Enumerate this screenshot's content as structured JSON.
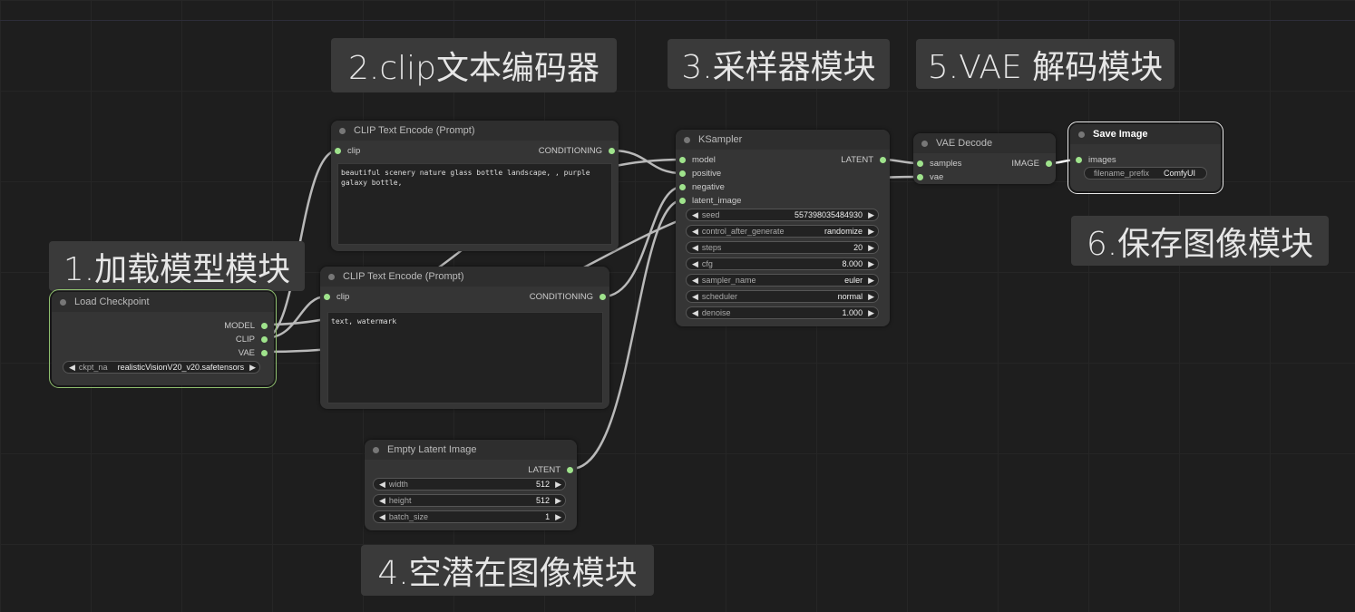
{
  "labels": [
    "2.clip文本编码器",
    "3.采样器模块",
    "5.VAE 解码模块",
    "6.保存图像模块",
    "1.加载模型模块",
    "4.空潜在图像模块"
  ],
  "nodes": {
    "load_checkpoint": {
      "title": "Load Checkpoint",
      "outputs": [
        "MODEL",
        "CLIP",
        "VAE"
      ],
      "widget": {
        "name": "ckpt_na",
        "value": "realisticVisionV20_v20.safetensors"
      }
    },
    "clip1": {
      "title": "CLIP Text Encode (Prompt)",
      "input": "clip",
      "output": "CONDITIONING",
      "text": "beautiful scenery nature glass bottle landscape, , purple galaxy bottle,"
    },
    "clip2": {
      "title": "CLIP Text Encode (Prompt)",
      "input": "clip",
      "output": "CONDITIONING",
      "text": "text, watermark"
    },
    "ksampler": {
      "title": "KSampler",
      "inputs": [
        "model",
        "positive",
        "negative",
        "latent_image"
      ],
      "output": "LATENT",
      "widgets": [
        {
          "name": "seed",
          "value": "557398035484930"
        },
        {
          "name": "control_after_generate",
          "value": "randomize"
        },
        {
          "name": "steps",
          "value": "20"
        },
        {
          "name": "cfg",
          "value": "8.000"
        },
        {
          "name": "sampler_name",
          "value": "euler"
        },
        {
          "name": "scheduler",
          "value": "normal"
        },
        {
          "name": "denoise",
          "value": "1.000"
        }
      ]
    },
    "vae_decode": {
      "title": "VAE Decode",
      "inputs": [
        "samples",
        "vae"
      ],
      "output": "IMAGE"
    },
    "save_image": {
      "title": "Save Image",
      "input": "images",
      "widget": {
        "name": "filename_prefix",
        "value": "ComfyUI"
      }
    },
    "empty_latent": {
      "title": "Empty Latent Image",
      "output": "LATENT",
      "widgets": [
        {
          "name": "width",
          "value": "512"
        },
        {
          "name": "height",
          "value": "512"
        },
        {
          "name": "batch_size",
          "value": "1"
        }
      ]
    }
  },
  "colors": {
    "pin": "#9fe38c",
    "wire": "#b9b9b9",
    "label_bg": "#3a3a3a"
  }
}
